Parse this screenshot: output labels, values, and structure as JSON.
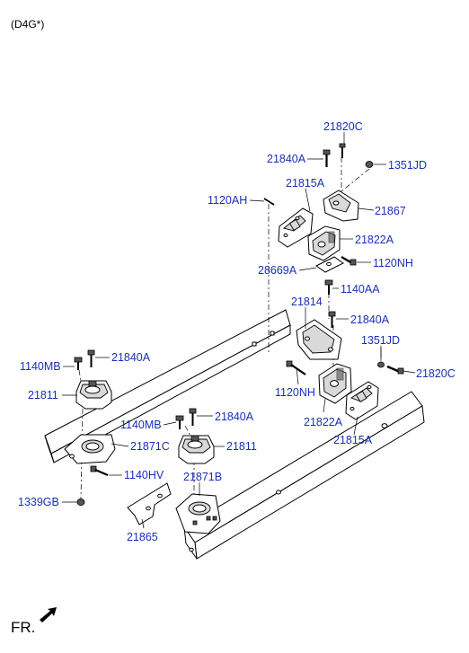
{
  "header": {
    "engine_code": "(D4G*)"
  },
  "footer": {
    "front_label": "FR."
  },
  "labels": {
    "p21820C_top": "21820C",
    "p21840A_top": "21840A",
    "p1351JD_top": "1351JD",
    "p21815A_top": "21815A",
    "p1120AH": "1120AH",
    "p21867": "21867",
    "p21822A_top": "21822A",
    "p28669A": "28669A",
    "p1120NH_top": "1120NH",
    "p1140AA": "1140AA",
    "p21814": "21814",
    "p21840A_mid": "21840A",
    "p1351JD_mid": "1351JD",
    "p1140MB_left": "1140MB",
    "p21840A_left": "21840A",
    "p21820C_mid": "21820C",
    "p21811_left": "21811",
    "p1120NH_mid": "1120NH",
    "p1140MB_center": "1140MB",
    "p21840A_center": "21840A",
    "p21822A_mid": "21822A",
    "p21871C": "21871C",
    "p21811_center": "21811",
    "p21815A_mid": "21815A",
    "p1140HV": "1140HV",
    "p21871B": "21871B",
    "p1339GB": "1339GB",
    "p21865": "21865"
  }
}
